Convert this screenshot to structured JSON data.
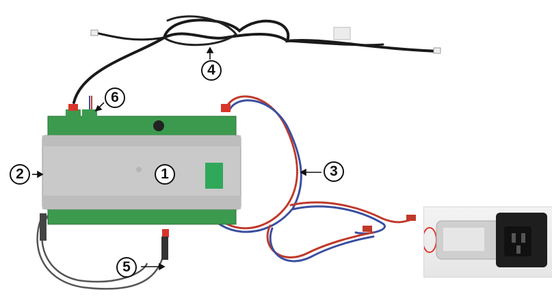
{
  "callouts": [
    {
      "id": "controller",
      "label": "1"
    },
    {
      "id": "side-housing",
      "label": "2"
    },
    {
      "id": "mains-cable",
      "label": "3"
    },
    {
      "id": "communication-cable",
      "label": "4"
    },
    {
      "id": "temperature-sensor",
      "label": "5"
    },
    {
      "id": "connector",
      "label": "6"
    }
  ],
  "colors": {
    "housing": "#c9c9c9",
    "terminal_green": "#3c9a4e",
    "cable_black": "#1a1a1a",
    "wire_red": "#c0392b",
    "wire_blue": "#3a4fa0",
    "sensor_cable": "#555555",
    "label_green": "#2fa85a"
  },
  "icons": {
    "arrow": "arrow-icon",
    "power-socket": "power-inlet-icon"
  }
}
